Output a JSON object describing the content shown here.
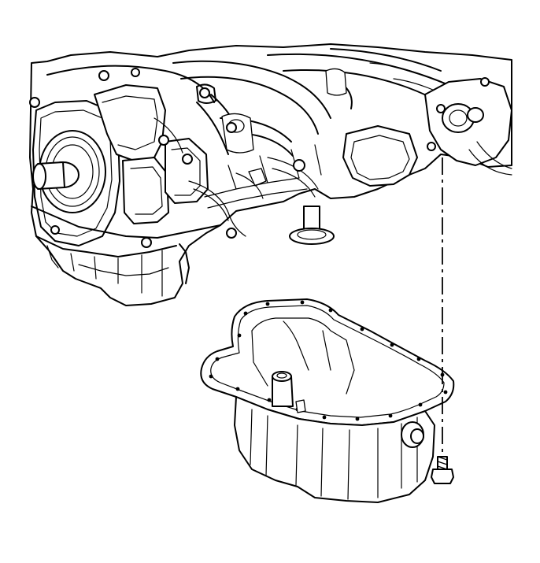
{
  "diagram": {
    "kind": "exploded-view illustration",
    "parts": [
      "engine-block",
      "oil-pan",
      "oil-pan-bolt"
    ],
    "line_color": "#000000",
    "background": "#ffffff"
  }
}
